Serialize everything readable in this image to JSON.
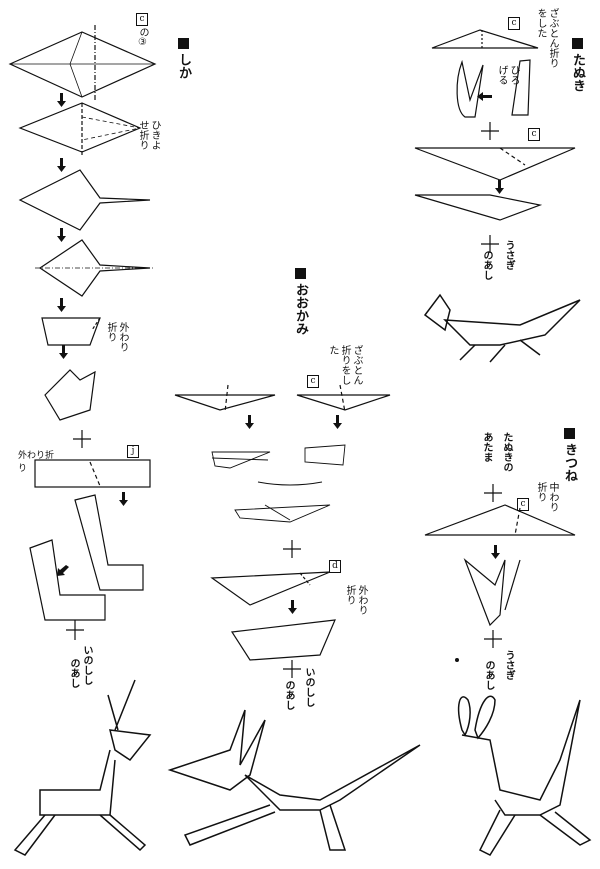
{
  "sections": {
    "shika": {
      "title": "しか",
      "ref_box": "c",
      "ref_step": "の③",
      "fold1": "ひきよせ折り",
      "fold2": "外わり折り",
      "leg_box": "j",
      "leg_fold": "外わり折り",
      "leg_note_1": "いのしし",
      "leg_note_2": "のあし"
    },
    "tanuki": {
      "title": "たぬき",
      "ref_box": "c",
      "note": "ざぶとん折りをした",
      "spread": "ひろげる",
      "ref_box2": "c",
      "leg_note_1": "うさぎ",
      "leg_note_2": "のあし"
    },
    "ookami": {
      "title": "おおかみ",
      "note": "ざぶとん折りをした",
      "ref_box": "c",
      "ref_box2": "d",
      "fold": "外わり折り",
      "leg_note_1": "いのしし",
      "leg_note_2": "のあし"
    },
    "kitsune": {
      "title": "きつね",
      "head_note_1": "たぬきの",
      "head_note_2": "あたま",
      "ref_box": "c",
      "fold": "中わり折り",
      "leg_note_1": "うさぎ",
      "leg_note_2": "のあし"
    }
  }
}
